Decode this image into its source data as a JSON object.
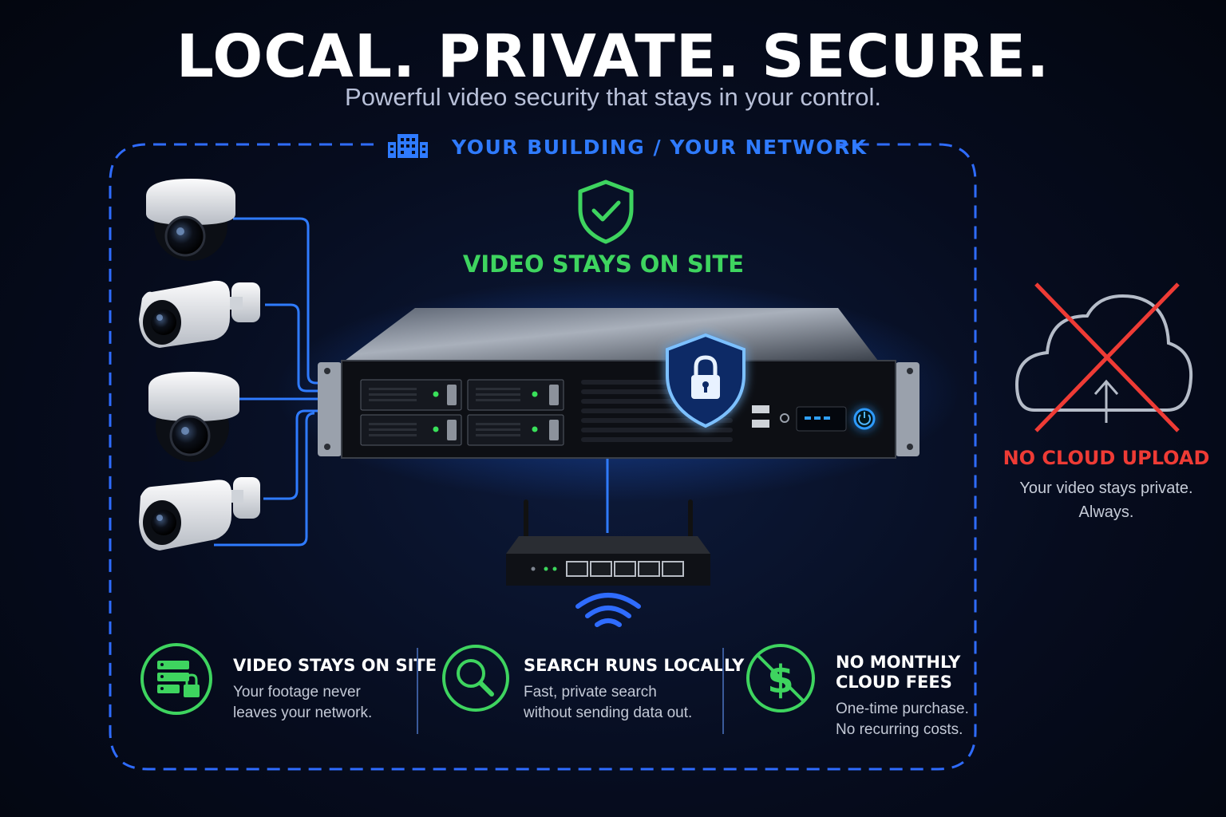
{
  "header": {
    "title": "LOCAL. PRIVATE. SECURE.",
    "subtitle": "Powerful video security that stays in your control."
  },
  "network": {
    "label": "YOUR BUILDING / YOUR NETWORK",
    "icon": "building-icon",
    "accent_color": "#2f7bff"
  },
  "center": {
    "badge_title": "VIDEO STAYS ON SITE",
    "badge_icon": "shield-check-icon",
    "accent_color": "#3ed45f"
  },
  "devices": {
    "cameras": [
      "dome-camera-icon",
      "bullet-camera-icon",
      "dome-camera-icon",
      "bullet-camera-icon"
    ],
    "server_icon": "server-icon",
    "server_badge_icon": "shield-lock-icon",
    "router_icon": "router-icon",
    "wifi_icon": "wifi-icon"
  },
  "cloud": {
    "title": "NO CLOUD UPLOAD",
    "line1": "Your video stays private.",
    "line2": "Always.",
    "icon": "cloud-crossed-icon",
    "accent_color": "#ee3b35"
  },
  "features": [
    {
      "icon": "server-lock-icon",
      "title": "VIDEO STAYS ON SITE",
      "line1": "Your footage never",
      "line2": "leaves your network."
    },
    {
      "icon": "search-icon",
      "title": "SEARCH RUNS LOCALLY",
      "line1": "Fast, private search",
      "line2": "without sending data out."
    },
    {
      "icon": "no-dollar-icon",
      "title_line1": "NO MONTHLY",
      "title_line2": "CLOUD FEES",
      "line1": "One-time purchase.",
      "line2": "No recurring costs."
    }
  ]
}
